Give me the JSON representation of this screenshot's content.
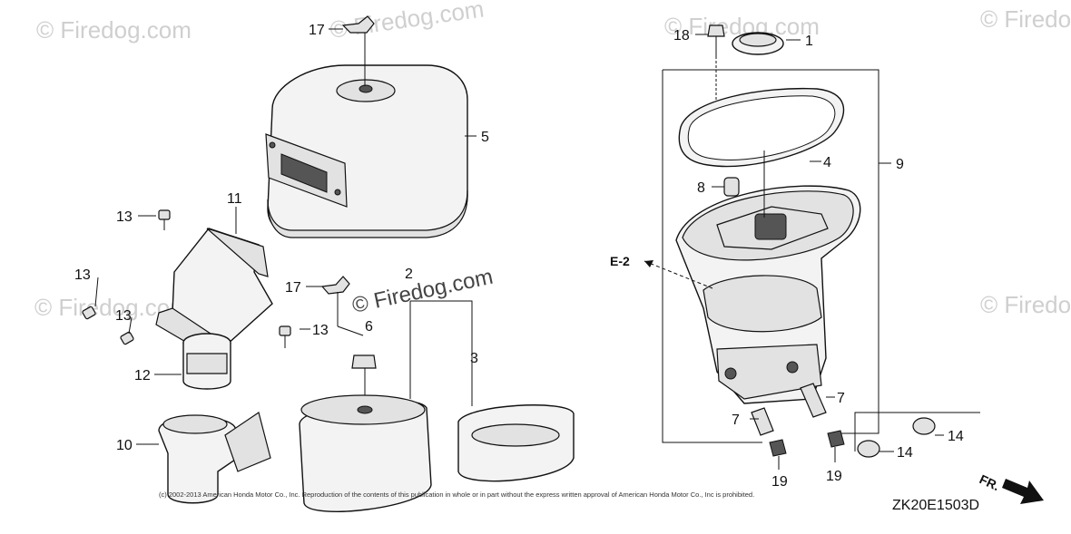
{
  "watermark": {
    "text": "© Firedog.com",
    "edge_text": "© Firedo"
  },
  "callouts": [
    {
      "key": "c17a",
      "text": "17"
    },
    {
      "key": "c18",
      "text": "18"
    },
    {
      "key": "c1",
      "text": "1"
    },
    {
      "key": "c5",
      "text": "5"
    },
    {
      "key": "c4",
      "text": "4"
    },
    {
      "key": "c9",
      "text": "9"
    },
    {
      "key": "c8",
      "text": "8"
    },
    {
      "key": "c11",
      "text": "11"
    },
    {
      "key": "c13a",
      "text": "13"
    },
    {
      "key": "c13b",
      "text": "13"
    },
    {
      "key": "c13c",
      "text": "13"
    },
    {
      "key": "c13d",
      "text": "13"
    },
    {
      "key": "c2",
      "text": "2"
    },
    {
      "key": "c17b",
      "text": "17"
    },
    {
      "key": "c6",
      "text": "6"
    },
    {
      "key": "c3",
      "text": "3"
    },
    {
      "key": "c12",
      "text": "12"
    },
    {
      "key": "c10",
      "text": "10"
    },
    {
      "key": "c7a",
      "text": "7"
    },
    {
      "key": "c7b",
      "text": "7"
    },
    {
      "key": "c19a",
      "text": "19"
    },
    {
      "key": "c19b",
      "text": "19"
    },
    {
      "key": "c14a",
      "text": "14"
    },
    {
      "key": "c14b",
      "text": "14"
    }
  ],
  "reference": "E-2",
  "direction": "FR.",
  "copyright": "(c) 2002-2013 American Honda Motor Co., Inc. Reproduction of the contents of this publication in whole or in part without the express written approval of American Honda Motor Co., Inc is prohibited.",
  "diagram_code": "ZK20E1503D"
}
